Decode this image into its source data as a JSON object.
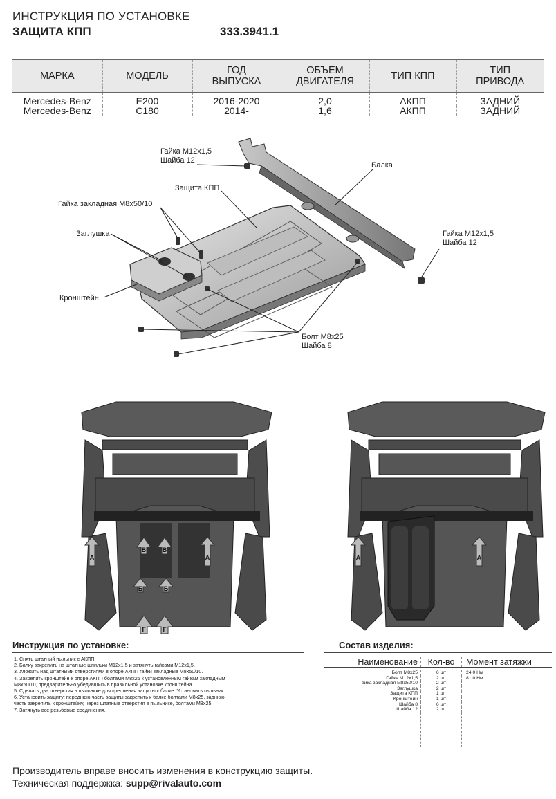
{
  "header": {
    "line1": "ИНСТРУКЦИЯ ПО УСТАНОВКЕ",
    "product": "ЗАЩИТА КПП",
    "code": "333.3941.1"
  },
  "spec_table": {
    "headers": [
      "МАРКА",
      "МОДЕЛЬ",
      "ГОД ВЫПУСКА",
      "ОБЪЕМ ДВИГАТЕЛЯ",
      "ТИП КПП",
      "ТИП ПРИВОДА"
    ],
    "header_lines": [
      [
        "МАРКА"
      ],
      [
        "МОДЕЛЬ"
      ],
      [
        "ГОД",
        "ВЫПУСКА"
      ],
      [
        "ОБЪЕМ",
        "ДВИГАТЕЛЯ"
      ],
      [
        "ТИП КПП"
      ],
      [
        "ТИП",
        "ПРИВОДА"
      ]
    ],
    "rows": [
      [
        "Mercedes-Benz",
        "E200",
        "2016-2020",
        "2,0",
        "АКПП",
        "ЗАДНИЙ"
      ],
      [
        "Mercedes-Benz",
        "C180",
        "2014-",
        "1,6",
        "АКПП",
        "ЗАДНИЙ"
      ]
    ]
  },
  "diagram_labels": {
    "nut_top_1": "Гайка М12х1,5",
    "nut_top_2": "Шайба 12",
    "beam": "Балка",
    "guard": "Защита КПП",
    "insert_nut": "Гайка закладная М8х50/10",
    "plug": "Заглушка",
    "bracket": "Кронштейн",
    "nut_right_1": "Гайка М12х1,5",
    "nut_right_2": "Шайба 12",
    "bolt_1": "Болт М8х25",
    "bolt_2": "Шайба 8"
  },
  "car_markers": {
    "left": [
      "А",
      "А",
      "В",
      "В",
      "Б",
      "Б",
      "Г",
      "Г"
    ],
    "right": [
      "А",
      "А"
    ]
  },
  "instructions": {
    "title": "Инструкция по установке:",
    "steps": [
      "1. Снять штатный пыльник с АКПП.",
      "2. Балку закрепить на штатные шпильки М12х1,5 и затянуть гайками М12х1,5.",
      "3. Уложить над штатными отверстиями в опоре АКПП гайки закладные М8х50/10.",
      "4. Закрепить кронштейн к опоре АКПП болтами М8х25 к установленным гайкам закладным",
      "М8х50/10, предварительно убедившись в правильной установке кронштейна.",
      "5. Сделать два отверстия в пыльнике для крепления защиты к балке. Установить пыльник.",
      "6. Установить защиту: переднюю часть защиты закрепить к балке болтами М8х25, заднюю",
      "часть закрепить к кронштейну, через штатные отверстия в пыльнике, болтами М8х25.",
      "7. Затянуть все резьбовые соединения."
    ]
  },
  "components": {
    "title": "Состав изделия:",
    "headers": [
      "Наименование",
      "Кол-во",
      "Момент затяжки"
    ],
    "rows": [
      {
        "name": "Болт М8х25",
        "qty": "6 шт",
        "torque": "24.0 Нм"
      },
      {
        "name": "Гайка М12х1,5",
        "qty": "2 шт",
        "torque": "81.0 Нм"
      },
      {
        "name": "Гайка закладная М8х50/10",
        "qty": "2 шт",
        "torque": ""
      },
      {
        "name": "Заглушка",
        "qty": "2 шт",
        "torque": ""
      },
      {
        "name": "Защита КПП",
        "qty": "1 шт",
        "torque": ""
      },
      {
        "name": "Кронштейн",
        "qty": "1 шт",
        "torque": ""
      },
      {
        "name": "Шайба 8",
        "qty": "6 шт",
        "torque": ""
      },
      {
        "name": "Шайба 12",
        "qty": "2 шт",
        "torque": ""
      }
    ]
  },
  "footer": {
    "notice": "Производитель вправе вносить изменения в конструкцию защиты.",
    "support_label": "Техническая поддержка:",
    "support_email": "supp@rivalauto.com"
  }
}
